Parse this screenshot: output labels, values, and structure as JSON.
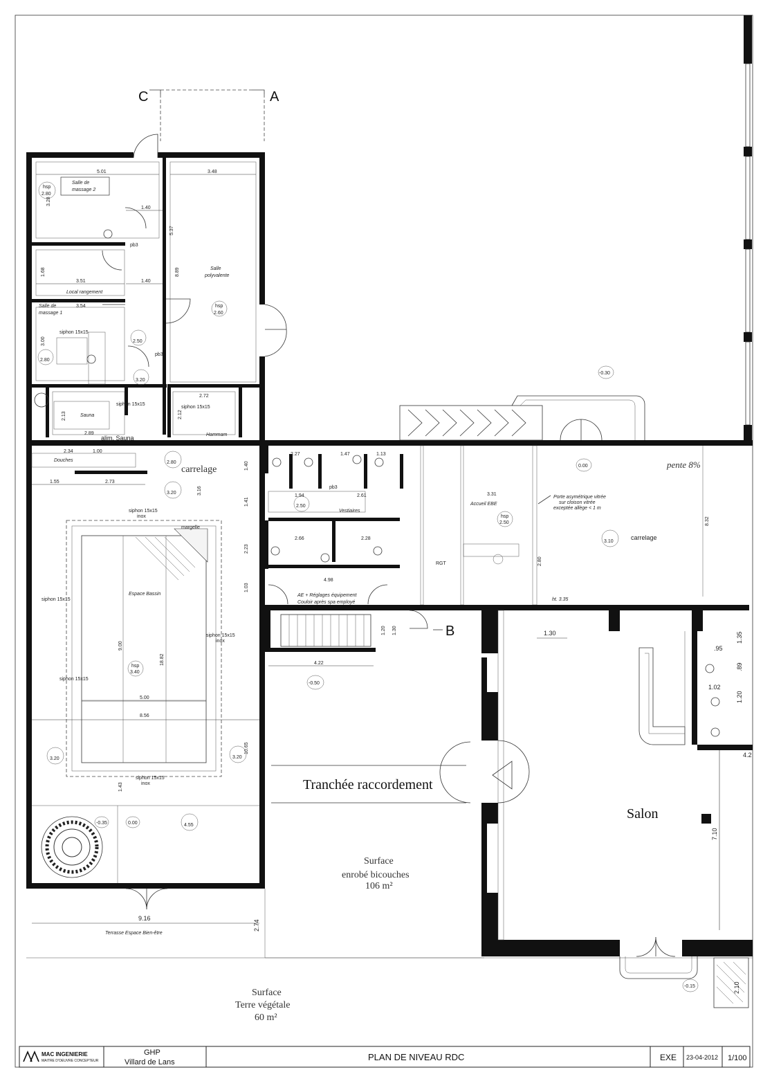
{
  "sections": {
    "c": "C",
    "a": "A",
    "b": "B"
  },
  "rooms": {
    "salle_massage_2": {
      "label1": "Salle de",
      "label2": "massage 2",
      "hsp_label": "hsp",
      "hsp": "2.80"
    },
    "local_rangement": {
      "label": "Local rangement"
    },
    "salle_massage_1": {
      "label1": "Salle de",
      "label2": "massage 1",
      "hsp": "2.80"
    },
    "salle_polyvalente": {
      "label1": "Salle",
      "label2": "polyvalente",
      "hsp_label": "hsp",
      "hsp": "2.60"
    },
    "sauna": {
      "label": "Sauna"
    },
    "hammam": {
      "label": "Hammam"
    },
    "douches": {
      "label": "Douches"
    },
    "vestiaires": {
      "label": "Vestiaires"
    },
    "accueil": {
      "label": "Accueil EBE",
      "hsp_label": "hsp",
      "hsp": "2.50"
    },
    "espace_bassin": {
      "label": "Espace Bassin",
      "hsp_label": "hsp",
      "hsp": "3.40"
    },
    "salon": {
      "label": "Salon"
    },
    "terrasse": {
      "label": "Terrasse Espace Bien-être"
    }
  },
  "annotations": {
    "carrelage_1": "carrelage",
    "carrelage_2": "carrelage",
    "pente": "pente 8%",
    "porte_note_1": "Porte asymétrique vitrée",
    "porte_note_2": "sur cloison vitrée",
    "porte_note_3": "exceptée allège < 1 m",
    "ae_1": "AE + Réglages équipement",
    "ae_2": "Couloir après spa employé",
    "alim_sauna": "alim. Sauna",
    "tranchee": "Tranchée raccordement",
    "surface_1_l1": "Surface",
    "surface_1_l2": "enrobé bicouches",
    "surface_1_l3": "106 m²",
    "surface_2_l1": "Surface",
    "surface_2_l2": "Terre végétale",
    "surface_2_l3": "60 m²",
    "ht": "ht. 3.35",
    "siphon": "siphon 15x15",
    "inox": "inox",
    "margelle": "margelle",
    "pb3": "pb3",
    "rgt": "RGT"
  },
  "levels": {
    "l030": "-0.30",
    "l000_a": "0.00",
    "l050": "-0.50",
    "l035": "-0.35",
    "l000_b": "0.00",
    "l015": "-0.15"
  },
  "hsp_values": {
    "carrelage_hsp": "2.80",
    "corridor_hsp": "3.20",
    "left_hsp": "3.20",
    "right_hsp": "3.20",
    "lower_hsp": "4.55",
    "mass1_hsp": "2.50",
    "hall_hsp": "3.10",
    "hsp_a": "2.50",
    "hsp_b": "3.20"
  },
  "dimensions": {
    "d501": "5.01",
    "d348": "3.48",
    "d328": "3.28",
    "d140a": "1.40",
    "d537": "5.37",
    "d351": "3.51",
    "d140b": "1.40",
    "d354": "3.54",
    "d889": "8.89",
    "d300": "3.00",
    "d272": "2.72",
    "d289": "2.89",
    "d213": "2.13",
    "d212": "2.12",
    "d234": "2.34",
    "d100": "1.00",
    "d155": "1.55",
    "d273": "2.73",
    "d140c": "1.40",
    "d141": "1.41",
    "d223": "2.23",
    "d103a": "1.03",
    "d227": "2.27",
    "d147": "1.47",
    "d113": "1.13",
    "d261": "2.61",
    "d331": "3.31",
    "d194": "1.94",
    "d266": "2.66",
    "d228": "2.28",
    "d498": "4.98",
    "d422": "4.22",
    "d900": "9.00",
    "d1882": "18.82",
    "d500": "5.00",
    "d856": "8.56",
    "d1065": "10.65",
    "d916": "9.16",
    "d274": "2.74",
    "d130": "1.30",
    "d135": "1.35",
    "d095": ".95",
    "d102": "1.02",
    "d710": "7.10",
    "d832": "8.32",
    "d210": "2.10",
    "d42": "4.2",
    "d120a": "1.20",
    "d130b": "1.30",
    "d316": "3.16",
    "d143": "1.43",
    "d280": "2.80",
    "d120b": "1.20",
    "d089": ".89"
  },
  "title_block": {
    "company": "MAC INGENIERIE",
    "company_sub": "MAITRE D'OEUVRE CONCEPTEUR",
    "project_1": "GHP",
    "project_2": "Villard de Lans",
    "title": "PLAN DE NIVEAU RDC",
    "phase": "EXE",
    "date": "23-04-2012",
    "scale": "1/100"
  }
}
